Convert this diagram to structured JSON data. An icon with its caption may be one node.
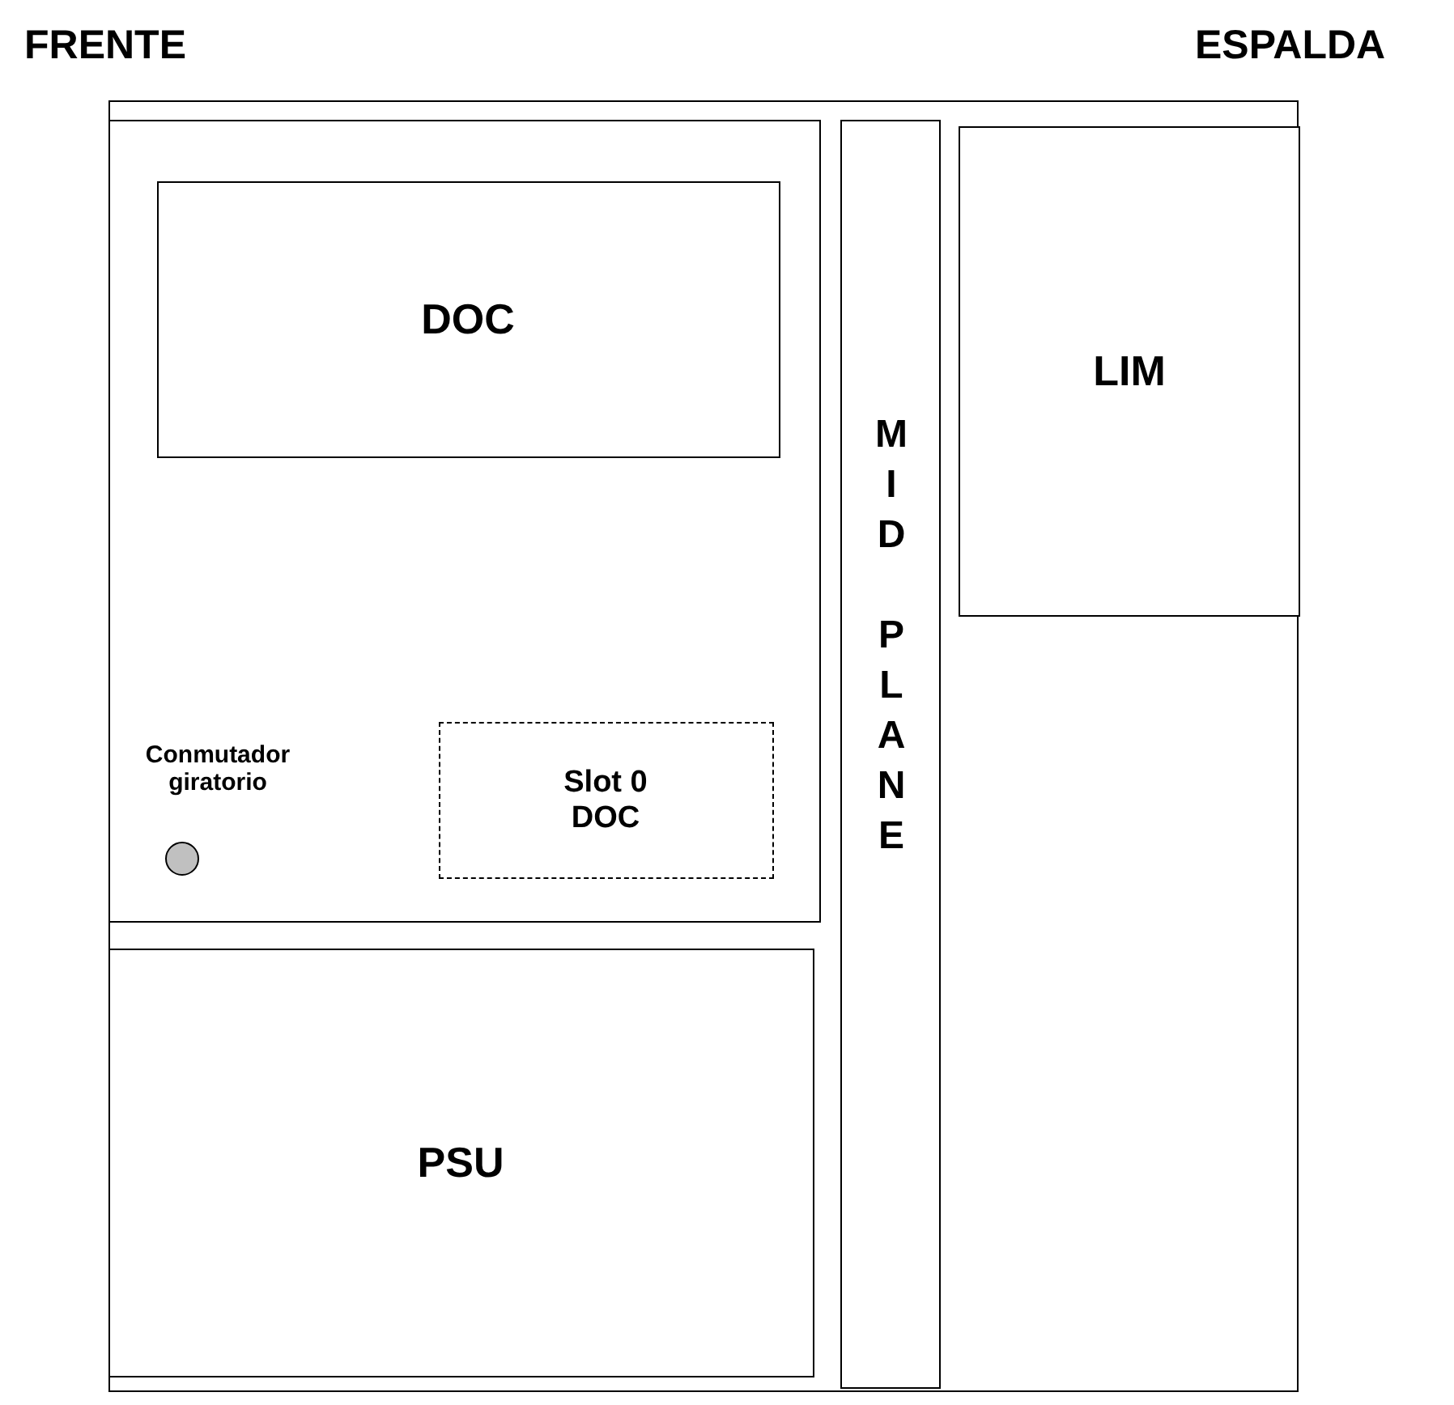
{
  "diagram": {
    "nodes": [
      {
        "text": [],
        "shape": "box"
      },
      {
        "text": [],
        "shape": "box",
        "in": 0
      },
      {
        "text": [
          "DOC"
        ],
        "in": 1
      },
      {
        "text": [
          "Slot 0 DOC"
        ],
        "in": 1
      },
      {
        "text": [],
        "shape": "circle",
        "in": 1,
        "beside": [
          "Conmutador giratorio"
        ]
      },
      {
        "text": [
          "PSU"
        ],
        "in": 0
      },
      {
        "text": [
          "MID PLANE"
        ],
        "in": 0
      },
      {
        "text": [
          "LIM"
        ],
        "in": 0
      }
    ],
    "labels": [
      "FRENTE",
      "ESPALDA"
    ]
  }
}
